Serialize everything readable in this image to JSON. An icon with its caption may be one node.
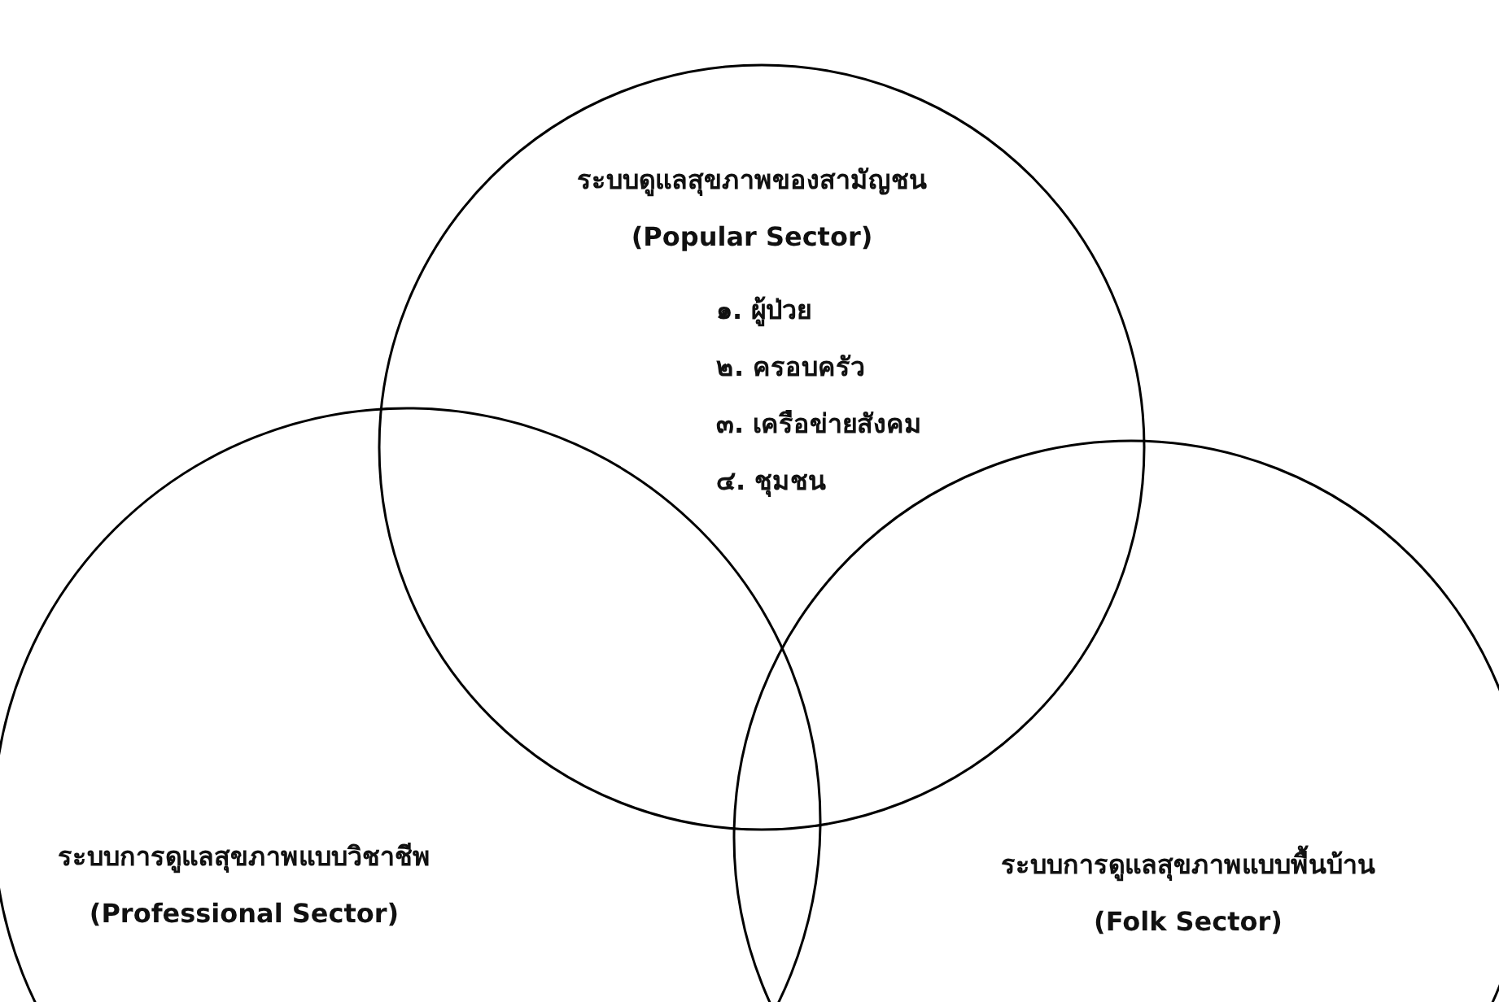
{
  "diagram": {
    "nodes": [
      {
        "text": [
          "ระบบดูแลสุขภาพของสามัญชน",
          "(Popular Sector)",
          "๑. ผู้ป่วย",
          "๒. ครอบครัว",
          "๓. เครือข่ายสังคม",
          "๔. ชุมชน"
        ]
      },
      {
        "text": [
          "ระบบการดูแลสุขภาพแบบวิชาชีพ",
          "(Professional  Sector)"
        ]
      },
      {
        "text": [
          "ระบบการดูแลสุขภาพแบบพื้นบ้าน",
          "(Folk Sector)"
        ]
      }
    ]
  }
}
